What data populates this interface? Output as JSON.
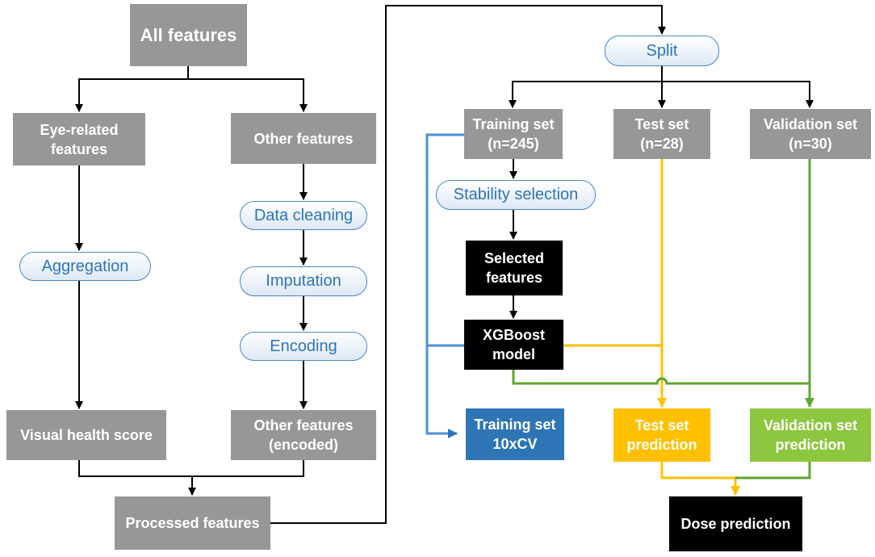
{
  "nodes": {
    "all_features": "All features",
    "eye_related_features": [
      "Eye-related",
      "features"
    ],
    "other_features": "Other features",
    "aggregation": "Aggregation",
    "data_cleaning": "Data cleaning",
    "imputation": "Imputation",
    "encoding": "Encoding",
    "visual_health_score": "Visual health score",
    "other_features_encoded": [
      "Other features",
      "(encoded)"
    ],
    "processed_features": "Processed features",
    "split": "Split",
    "training_set": [
      "Training set",
      "(n=245)"
    ],
    "test_set": [
      "Test set",
      "(n=28)"
    ],
    "validation_set": [
      "Validation set",
      "(n=30)"
    ],
    "stability_selection": "Stability selection",
    "selected_features": [
      "Selected",
      "features"
    ],
    "xgboost_model": [
      "XGBoost",
      "model"
    ],
    "training_set_cv": [
      "Training set",
      "10xCV"
    ],
    "test_set_prediction": [
      "Test set",
      "prediction"
    ],
    "validation_set_prediction": [
      "Validation set",
      "prediction"
    ],
    "dose_prediction": "Dose prediction"
  },
  "colors": {
    "gray_box": "#979797",
    "black_box": "#000000",
    "blue_box": "#2e75b6",
    "yellow_box": "#ffc000",
    "green_box": "#8dc63f",
    "pill_border": "#4a86c8",
    "pill_text": "#2e75b6"
  }
}
